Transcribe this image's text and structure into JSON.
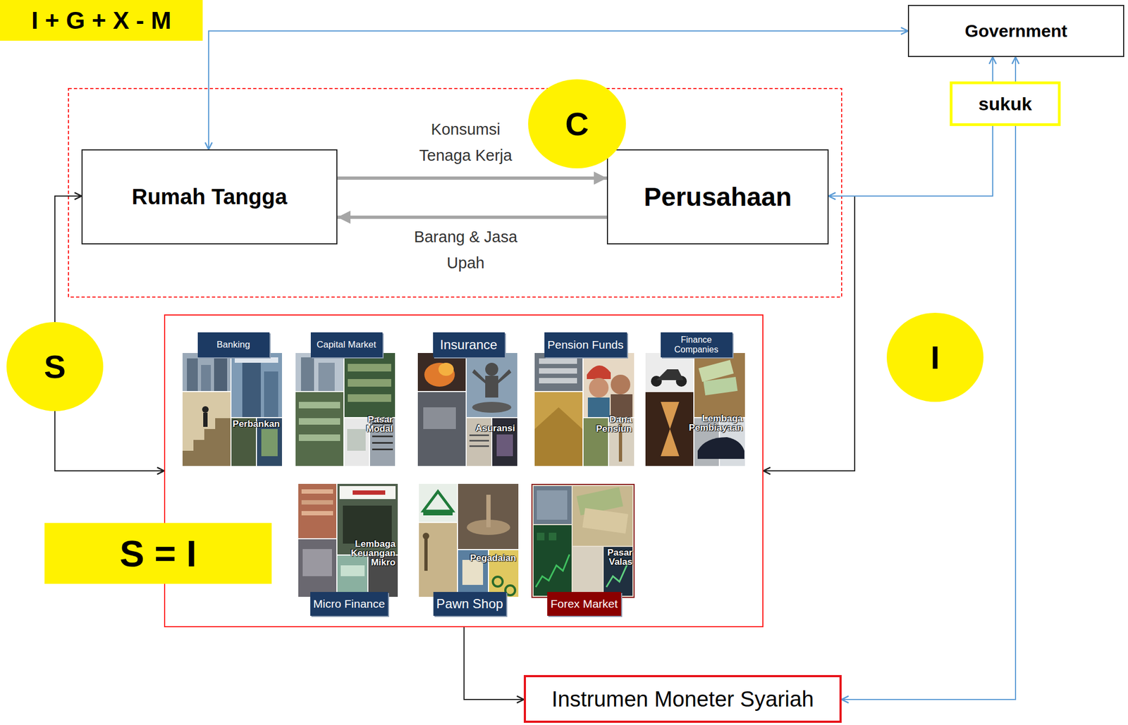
{
  "diagram": {
    "nodes": [
      {
        "text": [
          "I + G + X - M"
        ]
      },
      {
        "text": [
          "Government"
        ]
      },
      {
        "text": [
          "sukuk"
        ]
      },
      {
        "text": [
          "C"
        ]
      },
      {
        "text": [
          "Rumah Tangga"
        ]
      },
      {
        "text": [
          "Perusahaan"
        ]
      },
      {
        "text": [
          "S"
        ]
      },
      {
        "text": [
          "I"
        ]
      },
      {
        "text": []
      },
      {
        "text": [
          "Banking",
          "Perbankan"
        ],
        "in": 8
      },
      {
        "text": [
          "Capital Market",
          "Pasar Modal"
        ],
        "in": 8
      },
      {
        "text": [
          "Insurance",
          "Asuransi"
        ],
        "in": 8
      },
      {
        "text": [
          "Pension Funds",
          "Dana Pensiun"
        ],
        "in": 8
      },
      {
        "text": [
          "Finance Companies",
          "Lembaga Pembiayaan"
        ],
        "in": 8
      },
      {
        "text": [
          "S = I"
        ]
      },
      {
        "text": [
          "Micro Finance",
          "Lembaga Keuangan Mikro"
        ],
        "in": 8
      },
      {
        "text": [
          "Pawn Shop",
          "Pegadaian"
        ],
        "in": 8
      },
      {
        "text": [
          "Forex Market",
          "Pasar Valas"
        ],
        "in": 8
      },
      {
        "text": [
          "Instrumen Moneter Syariah"
        ]
      }
    ],
    "edges": [
      {
        "from": 4,
        "to": 5,
        "arrow": "to",
        "label": "Konsumsi Tenaga Kerja"
      },
      {
        "from": 5,
        "to": 4,
        "arrow": "to",
        "label": "Barang & Jasa Upah"
      },
      {
        "from": 4,
        "to": 1,
        "arrow": "both"
      },
      {
        "from": 1,
        "to": 5,
        "arrow": "both"
      },
      {
        "from": 1,
        "to": 18,
        "arrow": "both"
      },
      {
        "from": 6,
        "to": 4,
        "arrow": "to"
      },
      {
        "from": 6,
        "to": 8,
        "arrow": "to"
      },
      {
        "from": 5,
        "to": 8,
        "arrow": "to"
      },
      {
        "from": 8,
        "to": 18,
        "arrow": "to"
      }
    ]
  }
}
